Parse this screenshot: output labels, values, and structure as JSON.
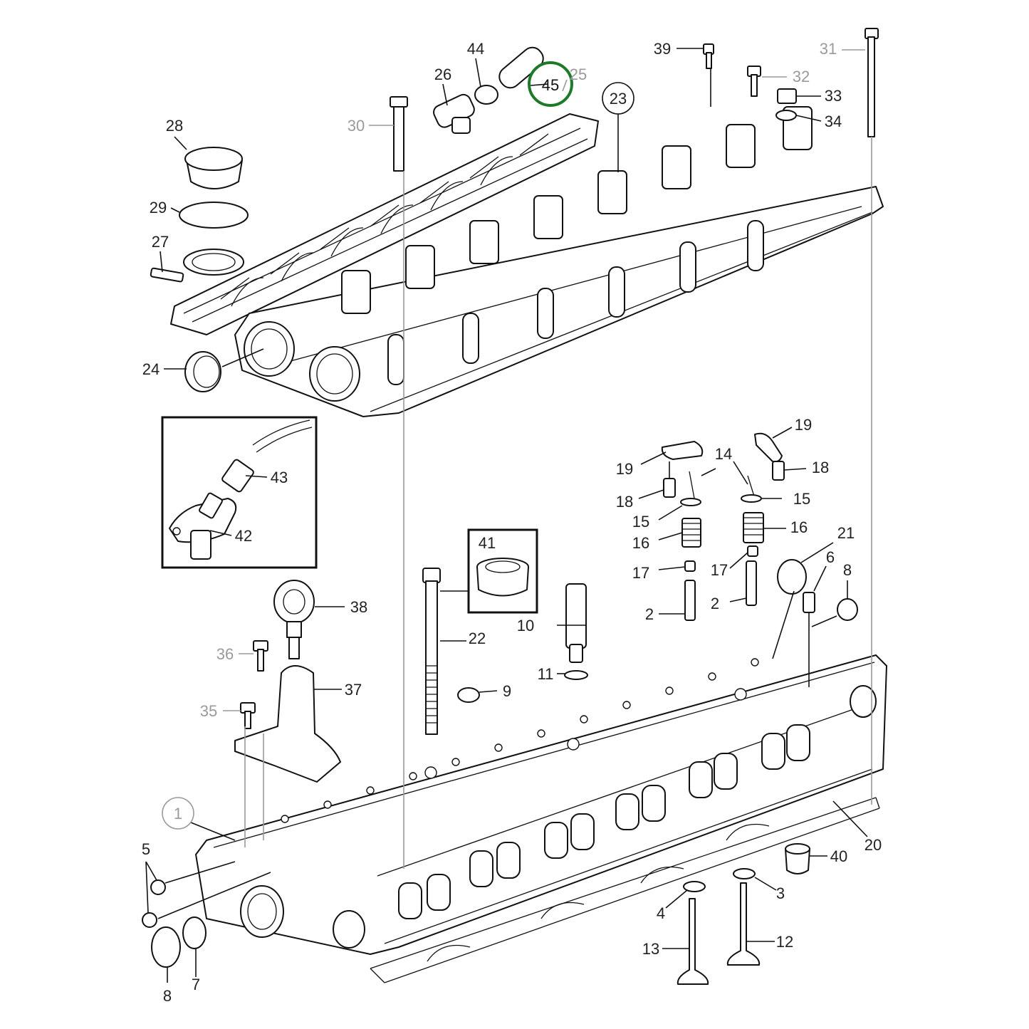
{
  "diagram": {
    "highlight_color": "#1e7a2b",
    "callouts": [
      {
        "id": "45",
        "style": "highlight"
      },
      {
        "id": "44",
        "style": "normal"
      },
      {
        "id": "25",
        "style": "gray"
      },
      {
        "id": "26",
        "style": "normal"
      },
      {
        "id": "30",
        "style": "gray"
      },
      {
        "id": "28",
        "style": "normal"
      },
      {
        "id": "29",
        "style": "normal"
      },
      {
        "id": "27",
        "style": "normal"
      },
      {
        "id": "24",
        "style": "normal"
      },
      {
        "id": "23",
        "style": "circled"
      },
      {
        "id": "39",
        "style": "normal"
      },
      {
        "id": "31",
        "style": "gray"
      },
      {
        "id": "32",
        "style": "gray"
      },
      {
        "id": "33",
        "style": "normal"
      },
      {
        "id": "34",
        "style": "normal"
      },
      {
        "id": "43",
        "style": "normal"
      },
      {
        "id": "42",
        "style": "normal"
      },
      {
        "id": "41",
        "style": "normal"
      },
      {
        "id": "19a",
        "text": "19",
        "style": "normal"
      },
      {
        "id": "19b",
        "text": "19",
        "style": "normal"
      },
      {
        "id": "14",
        "style": "normal"
      },
      {
        "id": "18a",
        "text": "18",
        "style": "normal"
      },
      {
        "id": "18b",
        "text": "18",
        "style": "normal"
      },
      {
        "id": "15a",
        "text": "15",
        "style": "normal"
      },
      {
        "id": "15b",
        "text": "15",
        "style": "normal"
      },
      {
        "id": "16a",
        "text": "16",
        "style": "normal"
      },
      {
        "id": "16b",
        "text": "16",
        "style": "normal"
      },
      {
        "id": "17a",
        "text": "17",
        "style": "normal"
      },
      {
        "id": "17b",
        "text": "17",
        "style": "normal"
      },
      {
        "id": "21",
        "style": "normal"
      },
      {
        "id": "6",
        "style": "normal"
      },
      {
        "id": "8a",
        "text": "8",
        "style": "normal"
      },
      {
        "id": "2a",
        "text": "2",
        "style": "normal"
      },
      {
        "id": "2b",
        "text": "2",
        "style": "normal"
      },
      {
        "id": "38",
        "style": "normal"
      },
      {
        "id": "22",
        "style": "normal"
      },
      {
        "id": "10",
        "style": "normal"
      },
      {
        "id": "36",
        "style": "gray"
      },
      {
        "id": "37",
        "style": "normal"
      },
      {
        "id": "11",
        "style": "normal"
      },
      {
        "id": "9",
        "style": "normal"
      },
      {
        "id": "35",
        "style": "gray"
      },
      {
        "id": "1",
        "style": "circled-gray"
      },
      {
        "id": "5",
        "style": "normal"
      },
      {
        "id": "20",
        "style": "normal"
      },
      {
        "id": "40",
        "style": "normal"
      },
      {
        "id": "3",
        "style": "normal"
      },
      {
        "id": "4",
        "style": "normal"
      },
      {
        "id": "12",
        "style": "normal"
      },
      {
        "id": "13",
        "style": "normal"
      },
      {
        "id": "8b",
        "text": "8",
        "style": "normal"
      },
      {
        "id": "7",
        "style": "normal"
      }
    ]
  }
}
